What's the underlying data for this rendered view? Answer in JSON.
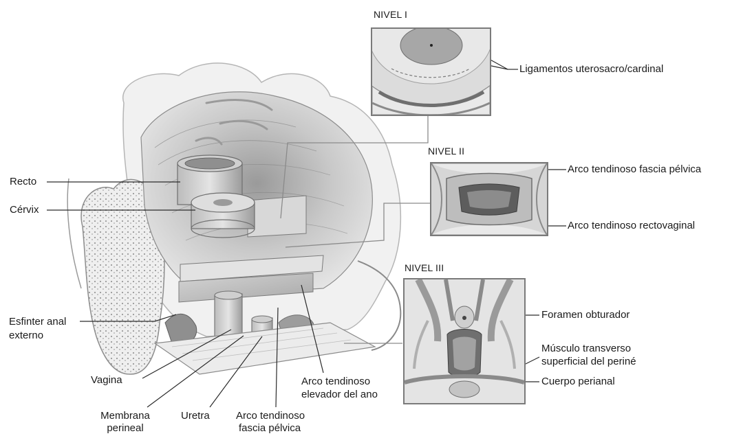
{
  "levels": {
    "level1": "NIVEL I",
    "level2": "NIVEL II",
    "level3": "NIVEL III"
  },
  "labels": {
    "recto": "Recto",
    "cervix": "Cérvix",
    "esfinter_line1": "Esfinter anal",
    "esfinter_line2": "externo",
    "vagina": "Vagina",
    "membrana_line1": "Membrana",
    "membrana_line2": "perineal",
    "uretra": "Uretra",
    "arco_fascia_line1": "Arco tendinoso",
    "arco_fascia_line2": "fascia pélvica",
    "arco_elevador_line1": "Arco tendinoso",
    "arco_elevador_line2": "elevador del ano",
    "ligamentos": "Ligamentos uterosacro/cardinal",
    "arco_fascia_pelvica": "Arco tendinoso fascia pélvica",
    "arco_rectovaginal": "Arco tendinoso rectovaginal",
    "foramen": "Foramen obturador",
    "musculo_line1": "Músculo transverso",
    "musculo_line2": "superficial del periné",
    "cuerpo_perianal": "Cuerpo perianal"
  },
  "colors": {
    "line": "#2b2b2b",
    "tissue_light": "#e3e3e3",
    "tissue_mid": "#bdbdbd",
    "tissue_dark": "#7d7d7d"
  }
}
